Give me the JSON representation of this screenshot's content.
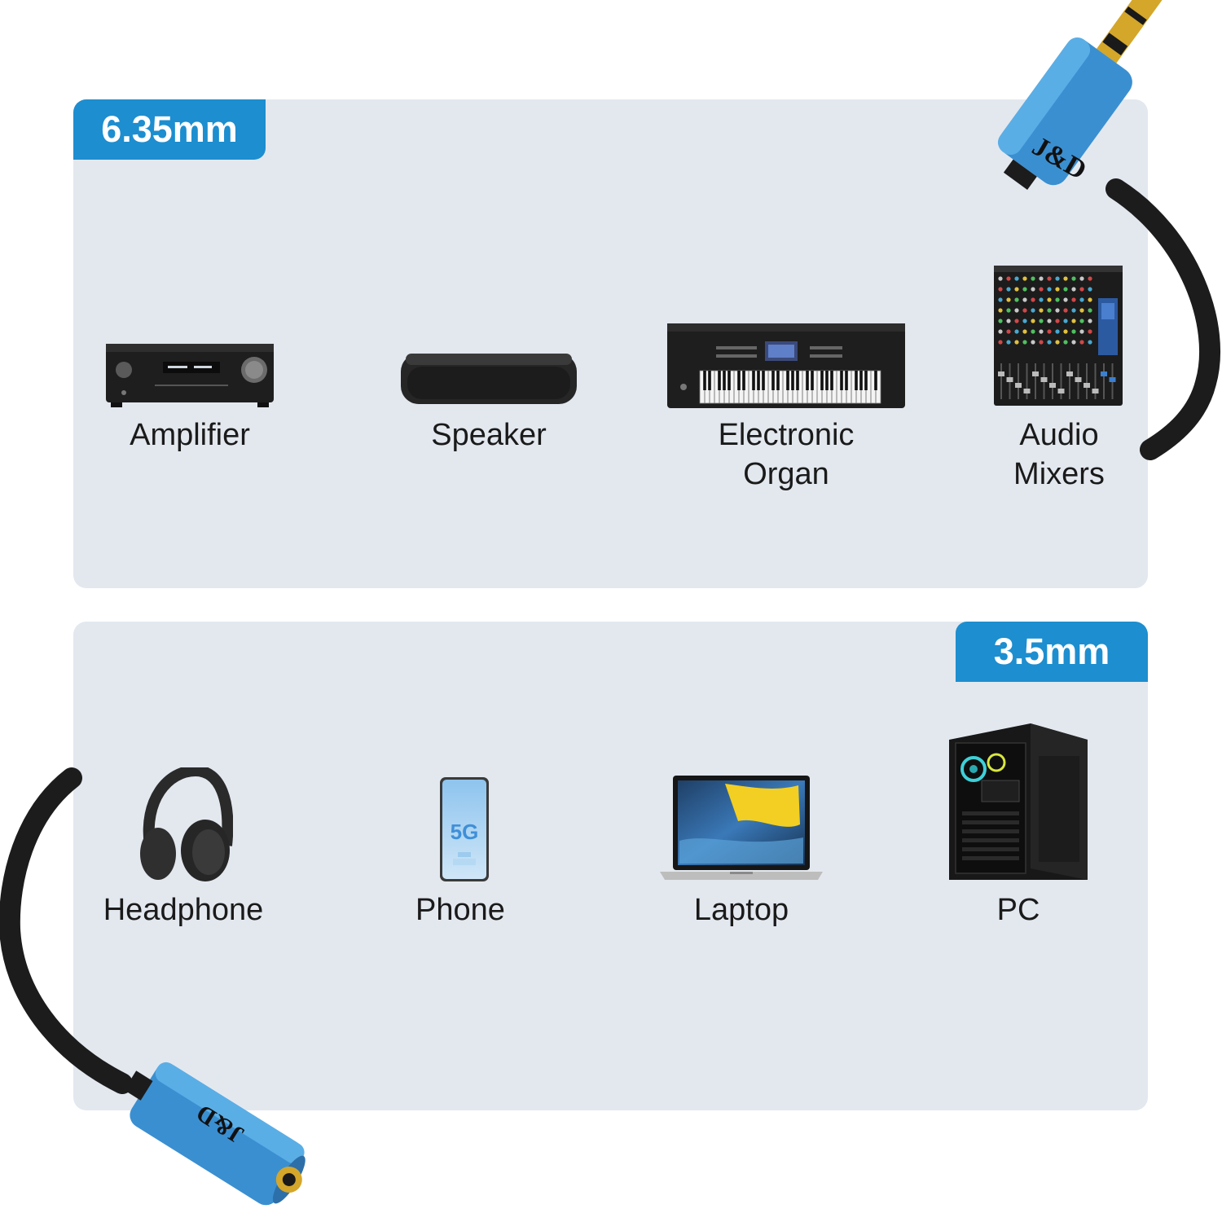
{
  "top_panel": {
    "badge": "6.35mm",
    "devices": [
      {
        "label": "Amplifier",
        "icon": "amplifier-icon"
      },
      {
        "label": "Speaker",
        "icon": "speaker-icon"
      },
      {
        "label": "Electronic\nOrgan",
        "icon": "keyboard-icon"
      },
      {
        "label": "Audio\nMixers",
        "icon": "mixer-icon"
      }
    ]
  },
  "bottom_panel": {
    "badge": "3.5mm",
    "devices": [
      {
        "label": "Headphone",
        "icon": "headphone-icon"
      },
      {
        "label": "Phone",
        "icon": "phone-icon"
      },
      {
        "label": "Laptop",
        "icon": "laptop-icon"
      },
      {
        "label": "PC",
        "icon": "pc-icon"
      }
    ]
  },
  "brand": {
    "logo_text": "J&D"
  },
  "colors": {
    "accent": "#1d8ecf",
    "panel": "#e3e8ef",
    "connector": "#3a8fd1",
    "cable": "#1c1c1c",
    "gold": "#d4a62a"
  }
}
